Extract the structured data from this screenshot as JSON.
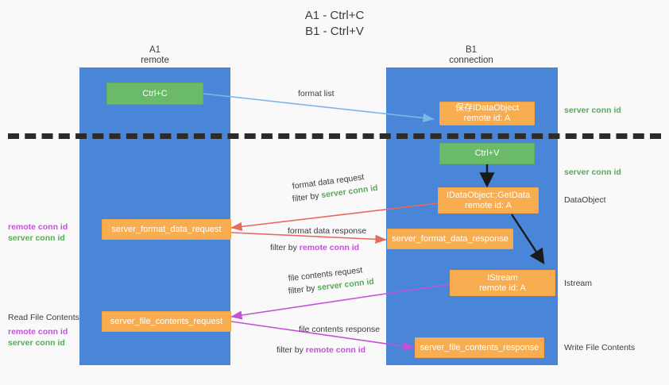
{
  "diagram": {
    "title_line1": "A1 - Ctrl+C",
    "title_line2": "B1 - Ctrl+V",
    "colors": {
      "lane": "#4a86d8",
      "green_box": "#6aba6a",
      "orange_box": "#f9ad51",
      "background": "#f9f9f9",
      "server_conn_id": "#5aa95a",
      "remote_conn_id": "#c451d8",
      "arrow_blue": "#7eb6e8",
      "arrow_red": "#e8695e",
      "arrow_magenta": "#c451d8",
      "arrow_black": "#1a1a1a",
      "dashed_line": "#2b2b2b"
    },
    "columns": [
      {
        "name": "A1",
        "sub": "remote"
      },
      {
        "name": "B1",
        "sub": "connection"
      }
    ],
    "nodes": {
      "ctrl_c": {
        "line1": "Ctrl+C"
      },
      "ctrl_v": {
        "line1": "Ctrl+V"
      },
      "save_idataobject": {
        "line1": "保存IDataObject",
        "line2": "remote id: A"
      },
      "getdata": {
        "line1": "IDataObject::GetData",
        "line2": "remote id: A"
      },
      "istream": {
        "line1": "IStream",
        "line2": "remote id: A"
      },
      "server_format_data_request": {
        "line1": "server_format_data_request"
      },
      "server_format_data_response": {
        "line1": "server_format_data_response"
      },
      "server_file_contents_request": {
        "line1": "server_file_contents_request"
      },
      "server_file_contents_response": {
        "line1": "server_file_contents_response"
      }
    },
    "edge_labels": {
      "format_list": "format list",
      "format_data_request": "format data request",
      "format_data_request_filter_prefix": "filter by ",
      "format_data_request_filter_value": "server conn id",
      "format_data_response": "format data response",
      "format_data_response_filter_prefix": "filter by ",
      "format_data_response_filter_value": "remote conn id",
      "file_contents_request": "file contents request",
      "file_contents_request_filter_prefix": "filter by ",
      "file_contents_request_filter_value": "server conn id",
      "file_contents_response": "file contents response",
      "file_contents_response_filter_prefix": "filter by ",
      "file_contents_response_filter_value": "remote conn id"
    },
    "right_annotations": {
      "server_conn_id_top": "server conn id",
      "server_conn_id_mid": "server conn id",
      "dataobject": "DataObject",
      "istream": "Istream",
      "write_file_contents": "Write File Contents"
    },
    "left_annotations": {
      "format_remote_conn_id": "remote conn id",
      "format_server_conn_id": "server conn id",
      "read_file_contents": "Read File Contents",
      "file_remote_conn_id": "remote conn id",
      "file_server_conn_id": "server conn id"
    }
  }
}
